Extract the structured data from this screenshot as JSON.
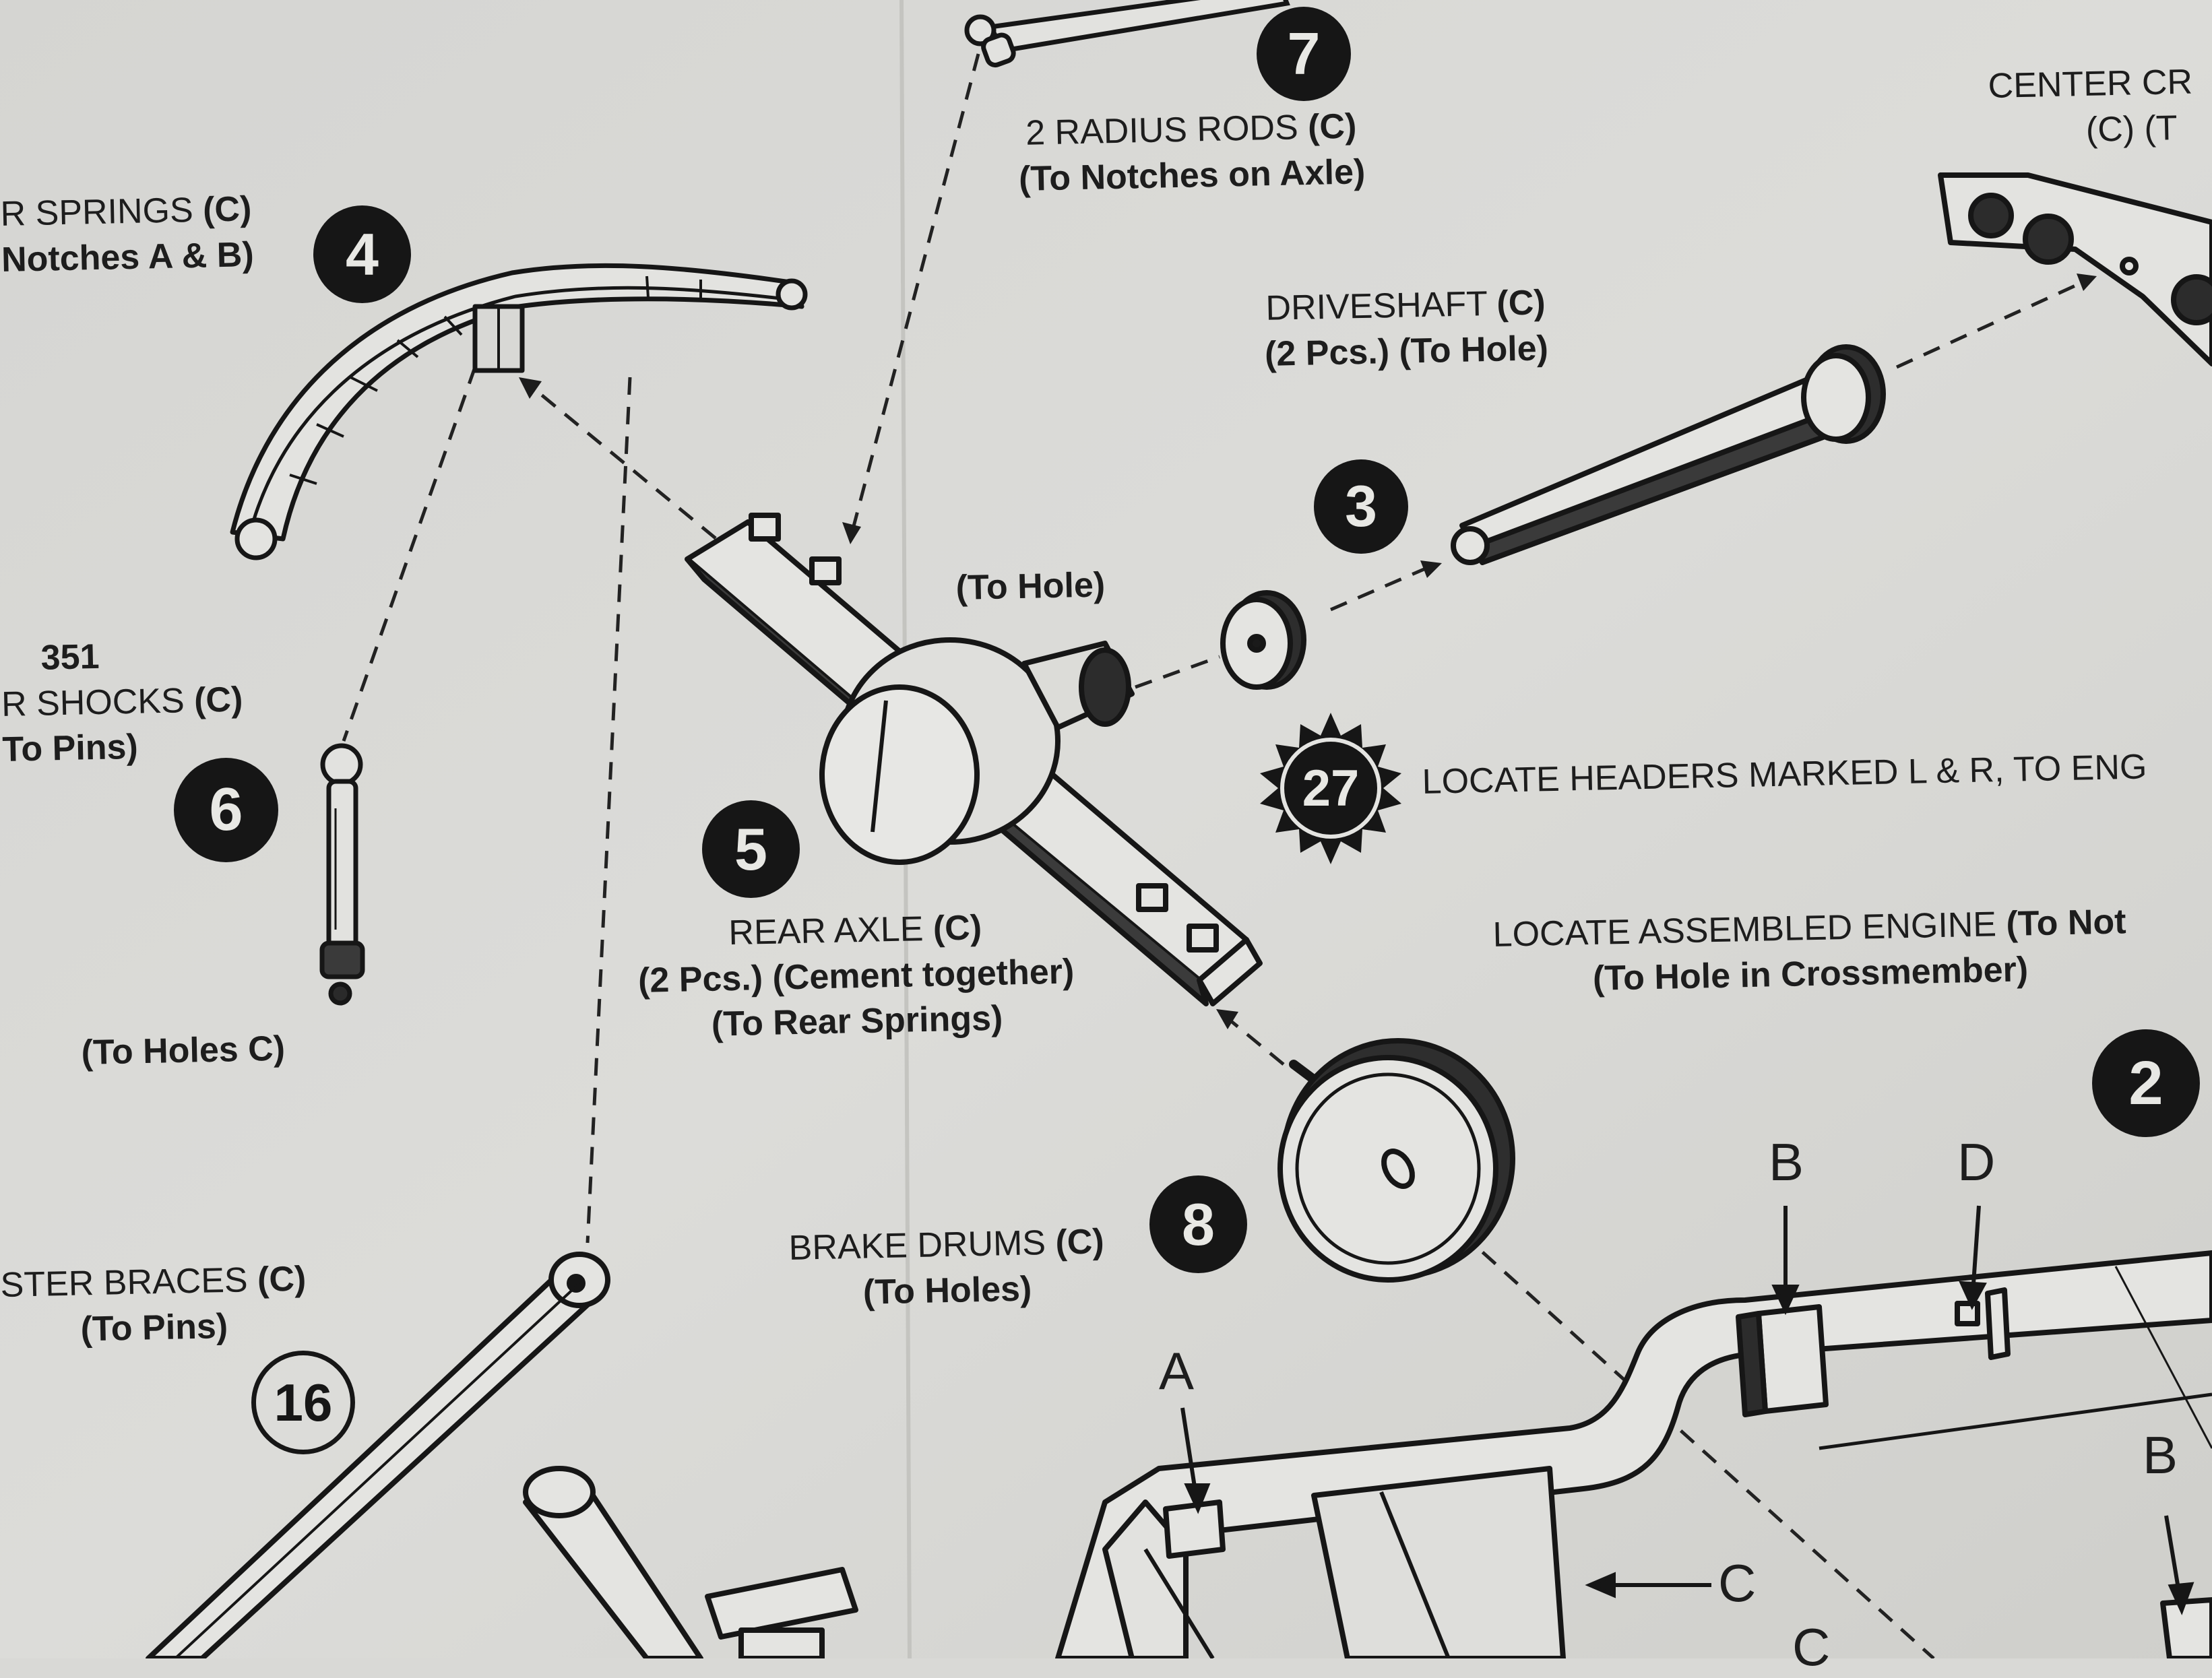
{
  "steps": {
    "s7": "7",
    "s4": "4",
    "s3": "3",
    "s6": "6",
    "s5": "5",
    "s8": "8",
    "s2": "2",
    "s16": "16",
    "s27": "27"
  },
  "labels": {
    "radius_rods": {
      "line1": "2 RADIUS RODS",
      "part": "(C)",
      "line2": "(To Notches on Axle)"
    },
    "center_cr": {
      "line1": "CENTER CR",
      "line2": "(C) (T"
    },
    "rear_springs": {
      "line1": "R SPRINGS",
      "part": "(C)",
      "line2": "Notches A & B)"
    },
    "driveshaft": {
      "line1": "DRIVESHAFT",
      "part": "(C)",
      "line2a": "(2 Pcs.)",
      "line2b": "(To Hole)"
    },
    "to_hole": "(To Hole)",
    "shocks": {
      "num": "351",
      "line1": "R SHOCKS",
      "part": "(C)",
      "line2": "To Pins)"
    },
    "headers_note": "LOCATE HEADERS MARKED L & R, TO ENG",
    "rear_axle": {
      "line1": "REAR AXLE",
      "part": "(C)",
      "line2a": "(2 Pcs.)",
      "line2b": "(Cement together)",
      "line3": "(To Rear Springs)"
    },
    "engine_note": {
      "line1": "LOCATE ASSEMBLED ENGINE",
      "line1b": "(To Not",
      "line2": "(To Hole in Crossmember)"
    },
    "to_holes_c": "(To Holes C)",
    "brake_drums": {
      "line1": "BRAKE DRUMS",
      "part": "(C)",
      "line2": "(To Holes)"
    },
    "braces": {
      "line1": "STER BRACES",
      "part": "(C)",
      "line2": "(To Pins)"
    }
  },
  "letters": {
    "a": "A",
    "b1": "B",
    "d": "D",
    "b2": "B",
    "c1": "C",
    "c2": "C"
  }
}
